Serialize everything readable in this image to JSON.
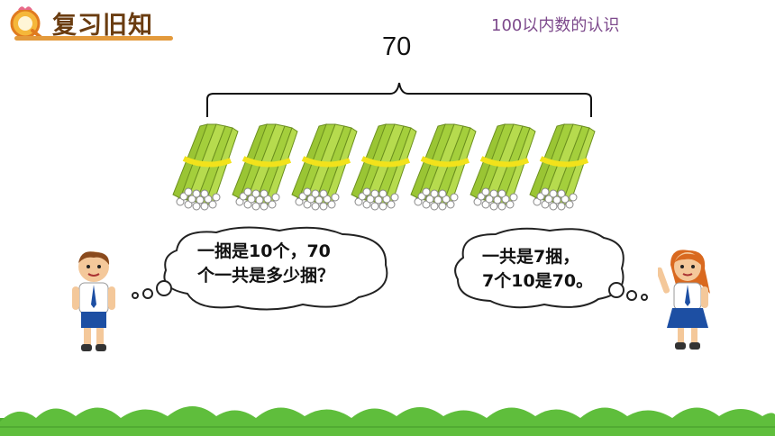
{
  "header": {
    "title": "复习旧知",
    "topic": "100以内数的认识"
  },
  "main": {
    "total": "70",
    "bundle_count": 7
  },
  "boy_bubble": {
    "line1": "一捆是10个，70",
    "line2": "个一共是多少捆？"
  },
  "girl_bubble": {
    "line1": "一共是7捆，",
    "line2": "7个10是70。"
  },
  "colors": {
    "title_text": "#6a3c10",
    "title_accent": "#e39a3c",
    "topic_text": "#7d4a8c",
    "stick_green": "#a4cf3c",
    "band_yellow": "#f2e21b",
    "grass_green": "#4fae32"
  }
}
